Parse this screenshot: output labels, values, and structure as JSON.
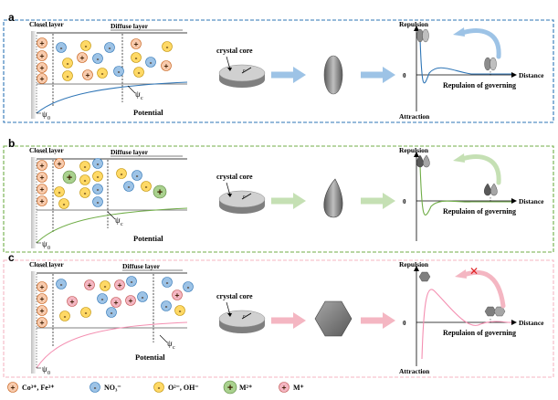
{
  "panels": [
    {
      "letter": "a",
      "closed_label": "Closel layer",
      "diffuse_label": "Diffuse layer",
      "psi_c": "ψ",
      "psi_c_sub": "c",
      "psi_0": "ψ",
      "psi_0_sub": "0",
      "potential": "Potential",
      "crystal_core": "crystal core",
      "r": "r",
      "repulsion": "Repulsion",
      "attraction": "Attraction",
      "distance": "Distance",
      "zero": "0",
      "governing": "Repulaion of governing",
      "border_color": "#2e75b6",
      "arrow_color": "#9dc3e6",
      "curve_color": "#2e75b6"
    },
    {
      "letter": "b",
      "closed_label": "Closel layer",
      "diffuse_label": "Diffuse layer",
      "psi_c": "ψ",
      "psi_c_sub": "c",
      "psi_0": "ψ",
      "psi_0_sub": "0",
      "potential": "Potential",
      "crystal_core": "crystal core",
      "r": "r",
      "repulsion": "Repulsion",
      "attraction": "",
      "distance": "Distance",
      "zero": "0",
      "governing": "Repulaion of governing",
      "border_color": "#70ad47",
      "arrow_color": "#c5e0b4",
      "curve_color": "#70ad47"
    },
    {
      "letter": "c",
      "closed_label": "Closel layer",
      "diffuse_label": "Diffuse layer",
      "psi_c": "ψ",
      "psi_c_sub": "c",
      "psi_0": "ψ",
      "psi_0_sub": "0",
      "potential": "Potential",
      "crystal_core": "crystal core",
      "r": "r",
      "repulsion": "Repulsion",
      "attraction": "Attraction",
      "distance": "Distance",
      "zero": "0",
      "governing": "Repulaion of governing",
      "border_color": "#f4b6c2",
      "arrow_color": "#f4b6c2",
      "curve_color": "#f48fb1"
    }
  ],
  "legend": {
    "cation_symbol": "+",
    "cation_label": "Co³⁺, Fe³⁺",
    "nitrate_symbol": "-",
    "nitrate_label": "NO₃⁻",
    "anion_symbol": "-",
    "anion_label": "O²⁻, OH⁻",
    "m_big_symbol": "+",
    "m_big_label": "M²⁺",
    "m_small_symbol": "+",
    "m_small_label": "M⁺"
  },
  "x_mark": "✕",
  "colors": {
    "cation_fill": "#f8cbad",
    "cation_stroke": "#c55a11",
    "nitrate_fill": "#9dc3e6",
    "nitrate_stroke": "#2e75b6",
    "anion_fill": "#ffd966",
    "anion_stroke": "#bf9000",
    "m_big_fill": "#a9d18e",
    "m_big_stroke": "#548235",
    "m_small_fill": "#f4b6c2",
    "m_small_stroke": "#c0504d",
    "x_mark": "#e02020"
  }
}
